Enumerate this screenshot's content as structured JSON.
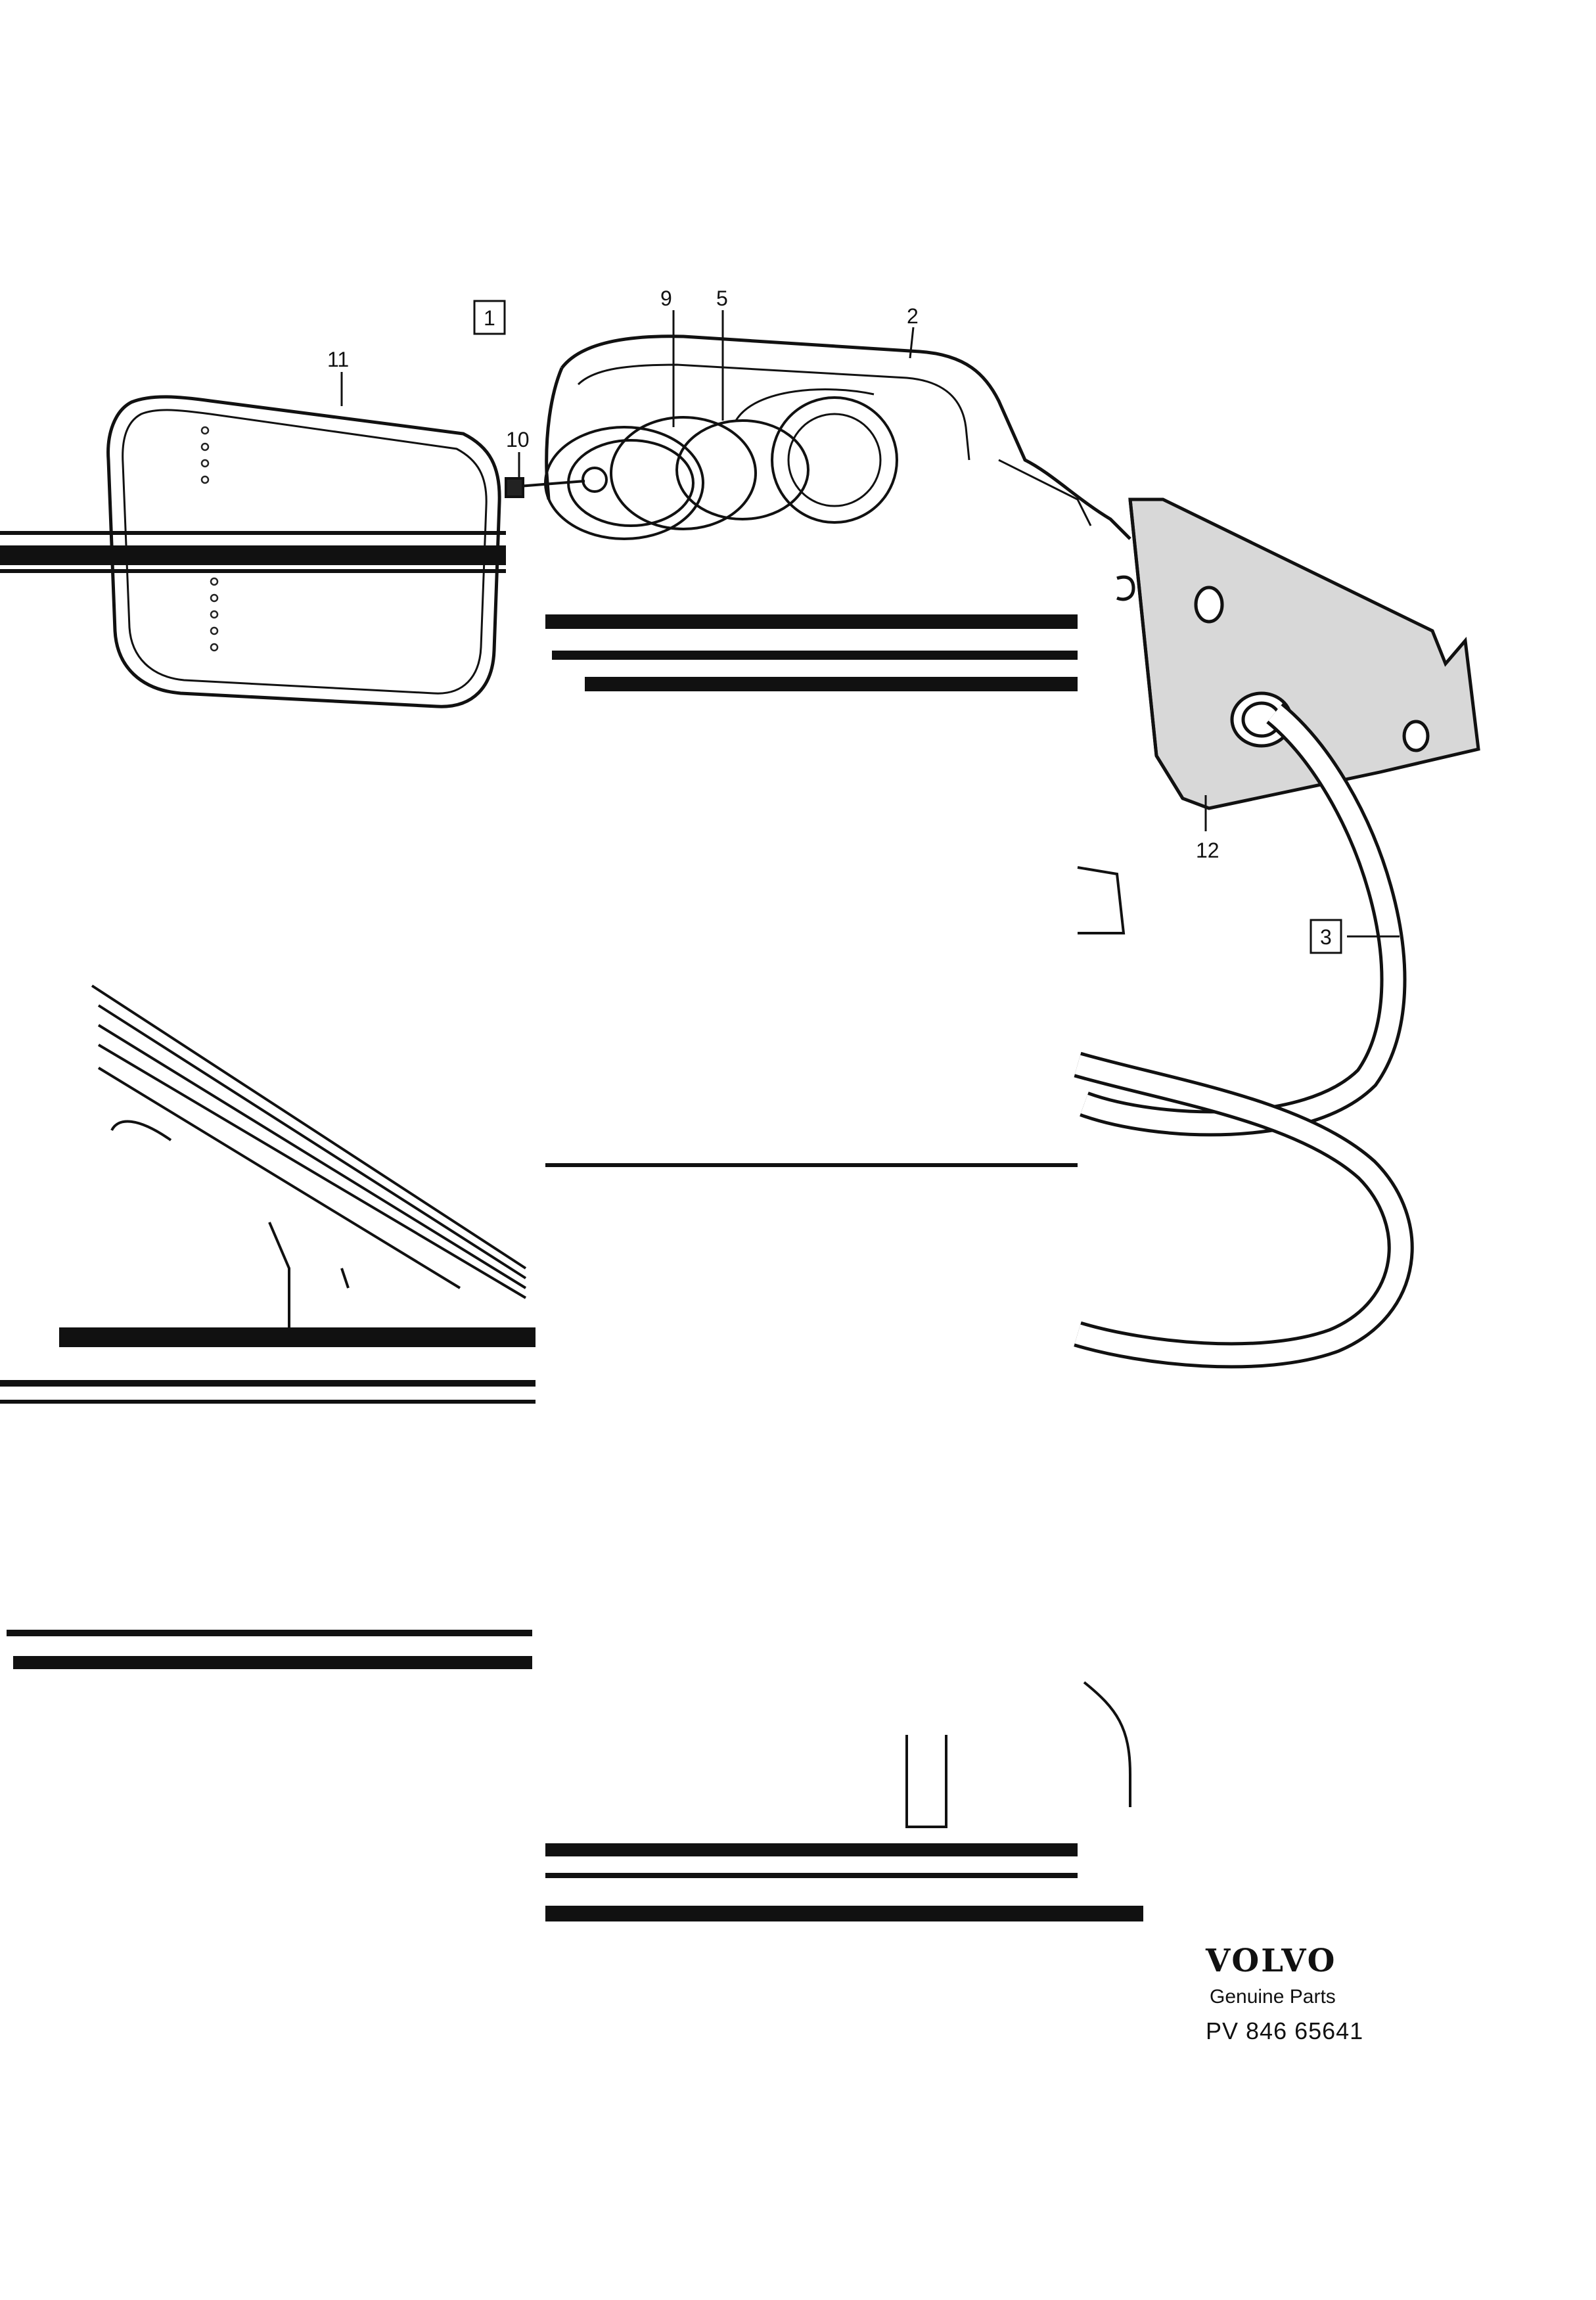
{
  "callouts": {
    "ref_1": "1",
    "ref_2": "2",
    "ref_3": "3",
    "ref_5": "5",
    "ref_9": "9",
    "ref_10": "10",
    "ref_11": "11",
    "ref_12": "12"
  },
  "branding": {
    "brand": "VOLVO",
    "tagline": "Genuine Parts",
    "part_number": "PV 846 65641"
  }
}
